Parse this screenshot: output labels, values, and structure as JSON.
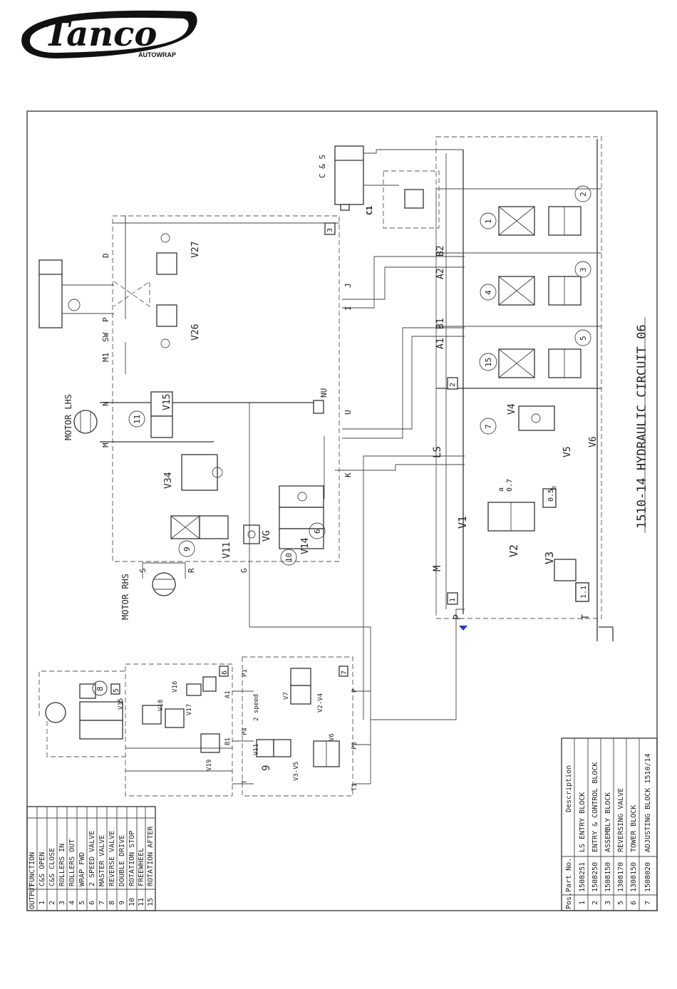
{
  "logo": {
    "brand": "Tanco",
    "sub": "AUTOWRAP"
  },
  "title": "1510-14 HYDRAULIC CIRCUIT 06",
  "ports": {
    "P": "P",
    "T": "T",
    "M": "M",
    "LS": "LS",
    "A1": "A1",
    "B1": "B1",
    "A2": "A2",
    "B2": "B2",
    "U": "U",
    "K": "K",
    "I": "I",
    "J": "J",
    "NU": "NU",
    "N": "N",
    "Mm": "M",
    "R": "R",
    "S": "S",
    "G": "G",
    "D": "D",
    "Pm": "P",
    "SW": "SW",
    "M1": "M1",
    "P1": "P1",
    "P3": "P3",
    "A1b": "A1",
    "B1b": "B1",
    "Tb": "T",
    "T1": "T1",
    "Pb": "P",
    "P4": "P4"
  },
  "labels": {
    "cs": "C & S",
    "c1": "C1",
    "motor_lhs": "MOTOR LHS",
    "motor_rhs": "MOTOR RHS",
    "v1": "V1",
    "v2": "V2",
    "v3": "V3",
    "v4": "V4",
    "v5": "V5",
    "v6": "V6",
    "v11": "V11",
    "v14": "V14",
    "v15": "V15",
    "v26": "V26",
    "v27": "V27",
    "v34": "V34",
    "vg": "VG",
    "v16": "V16",
    "v17": "V17",
    "v18": "V18",
    "v19": "V19",
    "v35": "V35",
    "v7": "V7",
    "v2v4": "V2-V4",
    "v3v5": "V3-V5",
    "v6b": "V6",
    "v11b": "V11",
    "speed": "2 speed",
    "orifice": "0.5",
    "d07": "0.7",
    "ax": "a",
    "bx": "b"
  },
  "block_tags": [
    "1",
    "2",
    "3",
    "5",
    "6",
    "7"
  ],
  "block_tag_11": "1.1",
  "callouts": [
    "1",
    "2",
    "3",
    "4",
    "5",
    "15",
    "7",
    "11",
    "9",
    "10",
    "6",
    "8",
    "9"
  ],
  "functions": {
    "headers": [
      "OUTPUT",
      "FUNCTION"
    ],
    "rows": [
      [
        "1",
        "C&S OPEN"
      ],
      [
        "2",
        "C&S CLOSE"
      ],
      [
        "3",
        "ROLLERS IN"
      ],
      [
        "4",
        "ROLLERS OUT"
      ],
      [
        "5",
        "WRAP FWD"
      ],
      [
        "6",
        "2 SPEED VALVE"
      ],
      [
        "7",
        "MASTER VALVE"
      ],
      [
        "8",
        "REVERSE VALVE"
      ],
      [
        "9",
        "DOUBLE DRIVE"
      ],
      [
        "10",
        "ROTATION STOP"
      ],
      [
        "11",
        "FREEWHEEL"
      ],
      [
        "15",
        "ROTATION AFTER"
      ]
    ]
  },
  "parts": {
    "headers": [
      "Pos.",
      "Part No.",
      "Description"
    ],
    "rows": [
      [
        "1",
        "1508251",
        "LS ENTRY BLOCK"
      ],
      [
        "2",
        "1508250",
        "ENTRY & CONTROL BLOCK"
      ],
      [
        "3",
        "1508150",
        "ASSEMBLY BLOCK"
      ],
      [
        "5",
        "1308170",
        "REVERSING VALVE"
      ],
      [
        "6",
        "1308150",
        "TOWER BLOCK"
      ],
      [
        "7",
        "1508020",
        "ADJUSTING BLOCK 1510/14"
      ]
    ]
  }
}
